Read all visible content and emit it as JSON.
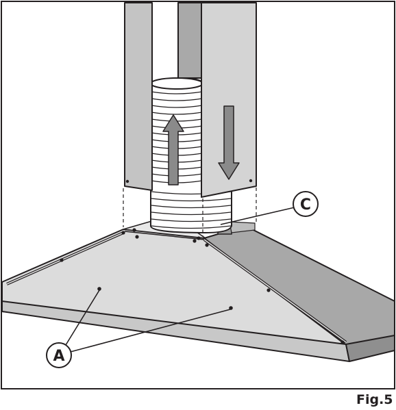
{
  "figure": {
    "caption": "Fig.5",
    "callouts": [
      {
        "id": "A",
        "label": "A"
      },
      {
        "id": "C",
        "label": "C"
      }
    ]
  },
  "colors": {
    "outline": "#231f20",
    "panel_light": "#dcdcdc",
    "panel_mid": "#c4c4c4",
    "panel_dark": "#a5a5a5",
    "arrow_fill": "#8a8a8a",
    "duct_fill": "#ffffff"
  },
  "icons": {
    "airflow_up": "arrow-up-icon",
    "airflow_down": "arrow-down-icon"
  }
}
